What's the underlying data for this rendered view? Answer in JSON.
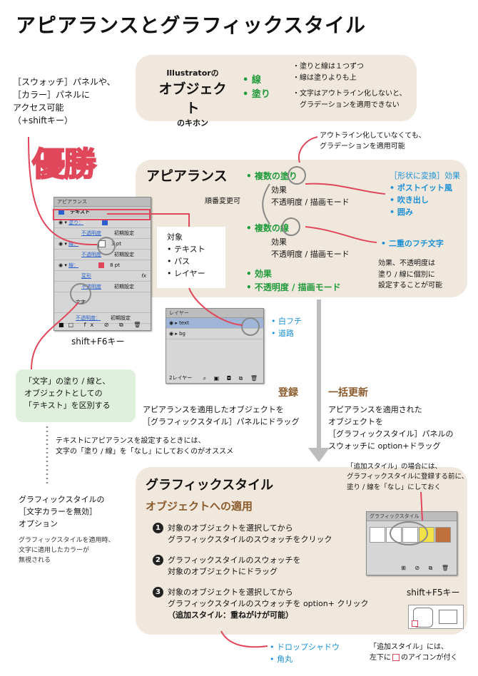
{
  "title": "アピアランスとグラフィックスタイル",
  "top_left_note": [
    "［スウォッチ］パネルや、",
    "［カラー］パネルに",
    "アクセス可能",
    "（+shiftキー）"
  ],
  "yusho": "優勝",
  "basics": {
    "heading1": "Illustratorの",
    "heading2": "オブジェクト",
    "heading3": "のキホン",
    "items": [
      "• 線",
      "• 塗り"
    ],
    "notes": [
      "・塗りと線は１つずつ",
      "・線は塗りよりも上",
      "・文字はアウトライン化しないと、",
      "　グラデーションを適用できない"
    ]
  },
  "outline_note": [
    "アウトライン化していなくても、",
    "グラデーションを適用可能"
  ],
  "appearance": {
    "heading": "アピアランス",
    "order_note": "順番変更可",
    "fill_label": "• 複数の塗り",
    "fill_sub": [
      "効果",
      "不透明度 / 描画モード"
    ],
    "stroke_label": "• 複数の線",
    "stroke_sub": [
      "効果",
      "不透明度 / 描画モード"
    ],
    "bottom": [
      "• 効果",
      "• 不透明度 / 描画モード"
    ],
    "target_title": "対象",
    "targets": [
      "• テキスト",
      "• パス",
      "• レイヤー"
    ],
    "shape_effect": "［形状に変換］効果",
    "shape_items": [
      "• ポストイット風",
      "• 吹き出し",
      "• 囲み"
    ],
    "double_border": "• 二重のフチ文字",
    "effect_note": [
      "効果、不透明度は",
      "塗り / 線に個別に",
      "設定することが可能"
    ]
  },
  "appearance_panel": {
    "tab": "アピアランス",
    "title": "テキスト",
    "rows": [
      {
        "label": "塗り：",
        "value": ""
      },
      {
        "label": "不透明度",
        "value": "初期設定"
      },
      {
        "label": "線：",
        "value": "3 pt"
      },
      {
        "label": "不透明度",
        "value": "初期設定"
      },
      {
        "label": "線：",
        "value": "8 pt"
      },
      {
        "label": "変形",
        "value": "fx"
      },
      {
        "label": "不透明度",
        "value": "初期設定"
      },
      {
        "label": "文字",
        "value": ""
      },
      {
        "label": "不透明度：",
        "value": "初期設定"
      }
    ],
    "shortcut": "shift+F6キー"
  },
  "layers_panel": {
    "tab": "レイヤー",
    "rows": [
      "text",
      "bg"
    ],
    "footer": "2レイヤー",
    "labels": [
      "• 白フチ",
      "• 道路"
    ]
  },
  "text_distinguish": [
    "「文字」の塗り / 線と、",
    "オブジェクトとしての",
    "「テキスト」を区別する"
  ],
  "text_note": [
    "テキストにアピアランスを設定するときには、",
    "文字の「塗り / 線」を「なし」にしておくのがオススメ"
  ],
  "register": {
    "heading": "登録",
    "text": [
      "アピアランスを適用したオブジェクトを",
      "［グラフィックスタイル］パネルにドラッグ"
    ]
  },
  "bulk_update": {
    "heading": "一括更新",
    "text": [
      "アピアランスを適用された",
      "オブジェクトを",
      "［グラフィックスタイル］パネルの",
      "スウォッチに option+ドラッグ"
    ]
  },
  "graphic_option": {
    "title": [
      "グラフィックスタイルの",
      "［文字カラーを無効］",
      "オプション"
    ],
    "note": [
      "グラフィックスタイルを適用時、",
      "文字に適用したカラーが",
      "無視される"
    ]
  },
  "graphic_style": {
    "heading": "グラフィックスタイル",
    "sub": "オブジェクトへの適用",
    "steps": [
      {
        "num": "1",
        "lines": [
          "対象のオブジェクトを選択してから",
          "グラフィックスタイルのスウォッチをクリック"
        ]
      },
      {
        "num": "2",
        "lines": [
          "グラフィックスタイルのスウォッチを",
          "対象のオブジェクトにドラッグ"
        ]
      },
      {
        "num": "3",
        "lines": [
          "対象のオブジェクトを選択してから",
          "グラフィックスタイルのスウォッチを option+ クリック",
          "（追加スタイル：重ねがけが可能）"
        ]
      }
    ],
    "add_note": [
      "「追加スタイル」の場合には、",
      "グラフィックスタイルに登録する前に、",
      "塗り / 線を「なし」にしておく"
    ],
    "panel_tab": "グラフィックスタイル",
    "shortcut": "shift+F5キー",
    "bottom_items": [
      "• ドロップシャドウ",
      "• 角丸"
    ],
    "icon_note": [
      "「追加スタイル」には、",
      "左下に",
      "のアイコンが付く"
    ]
  },
  "colors": {
    "accent_red": "#e0475a",
    "green": "#1f9a3a",
    "blue": "#1a8fd6",
    "box": "#f0e8dd",
    "mint": "#dff1dc"
  }
}
